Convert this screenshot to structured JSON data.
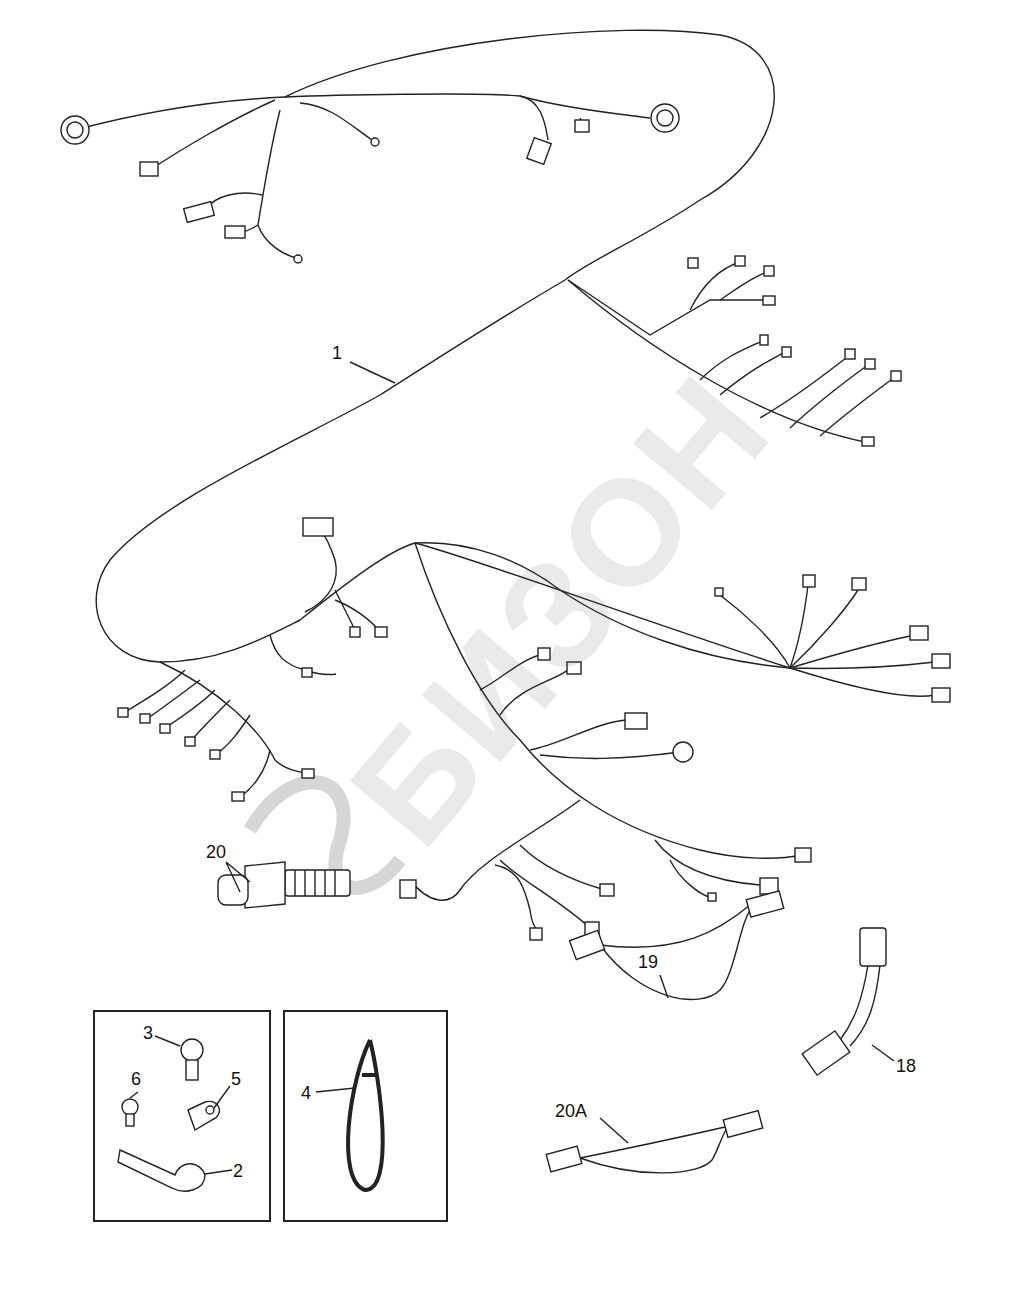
{
  "diagram": {
    "nodes": [
      {
        "text": [
          "3",
          "6",
          "5",
          "2"
        ]
      },
      {
        "text": [
          "4"
        ]
      }
    ],
    "labels": [
      "1",
      "20",
      "19",
      "18",
      "20A",
      "БИЗОН"
    ]
  }
}
